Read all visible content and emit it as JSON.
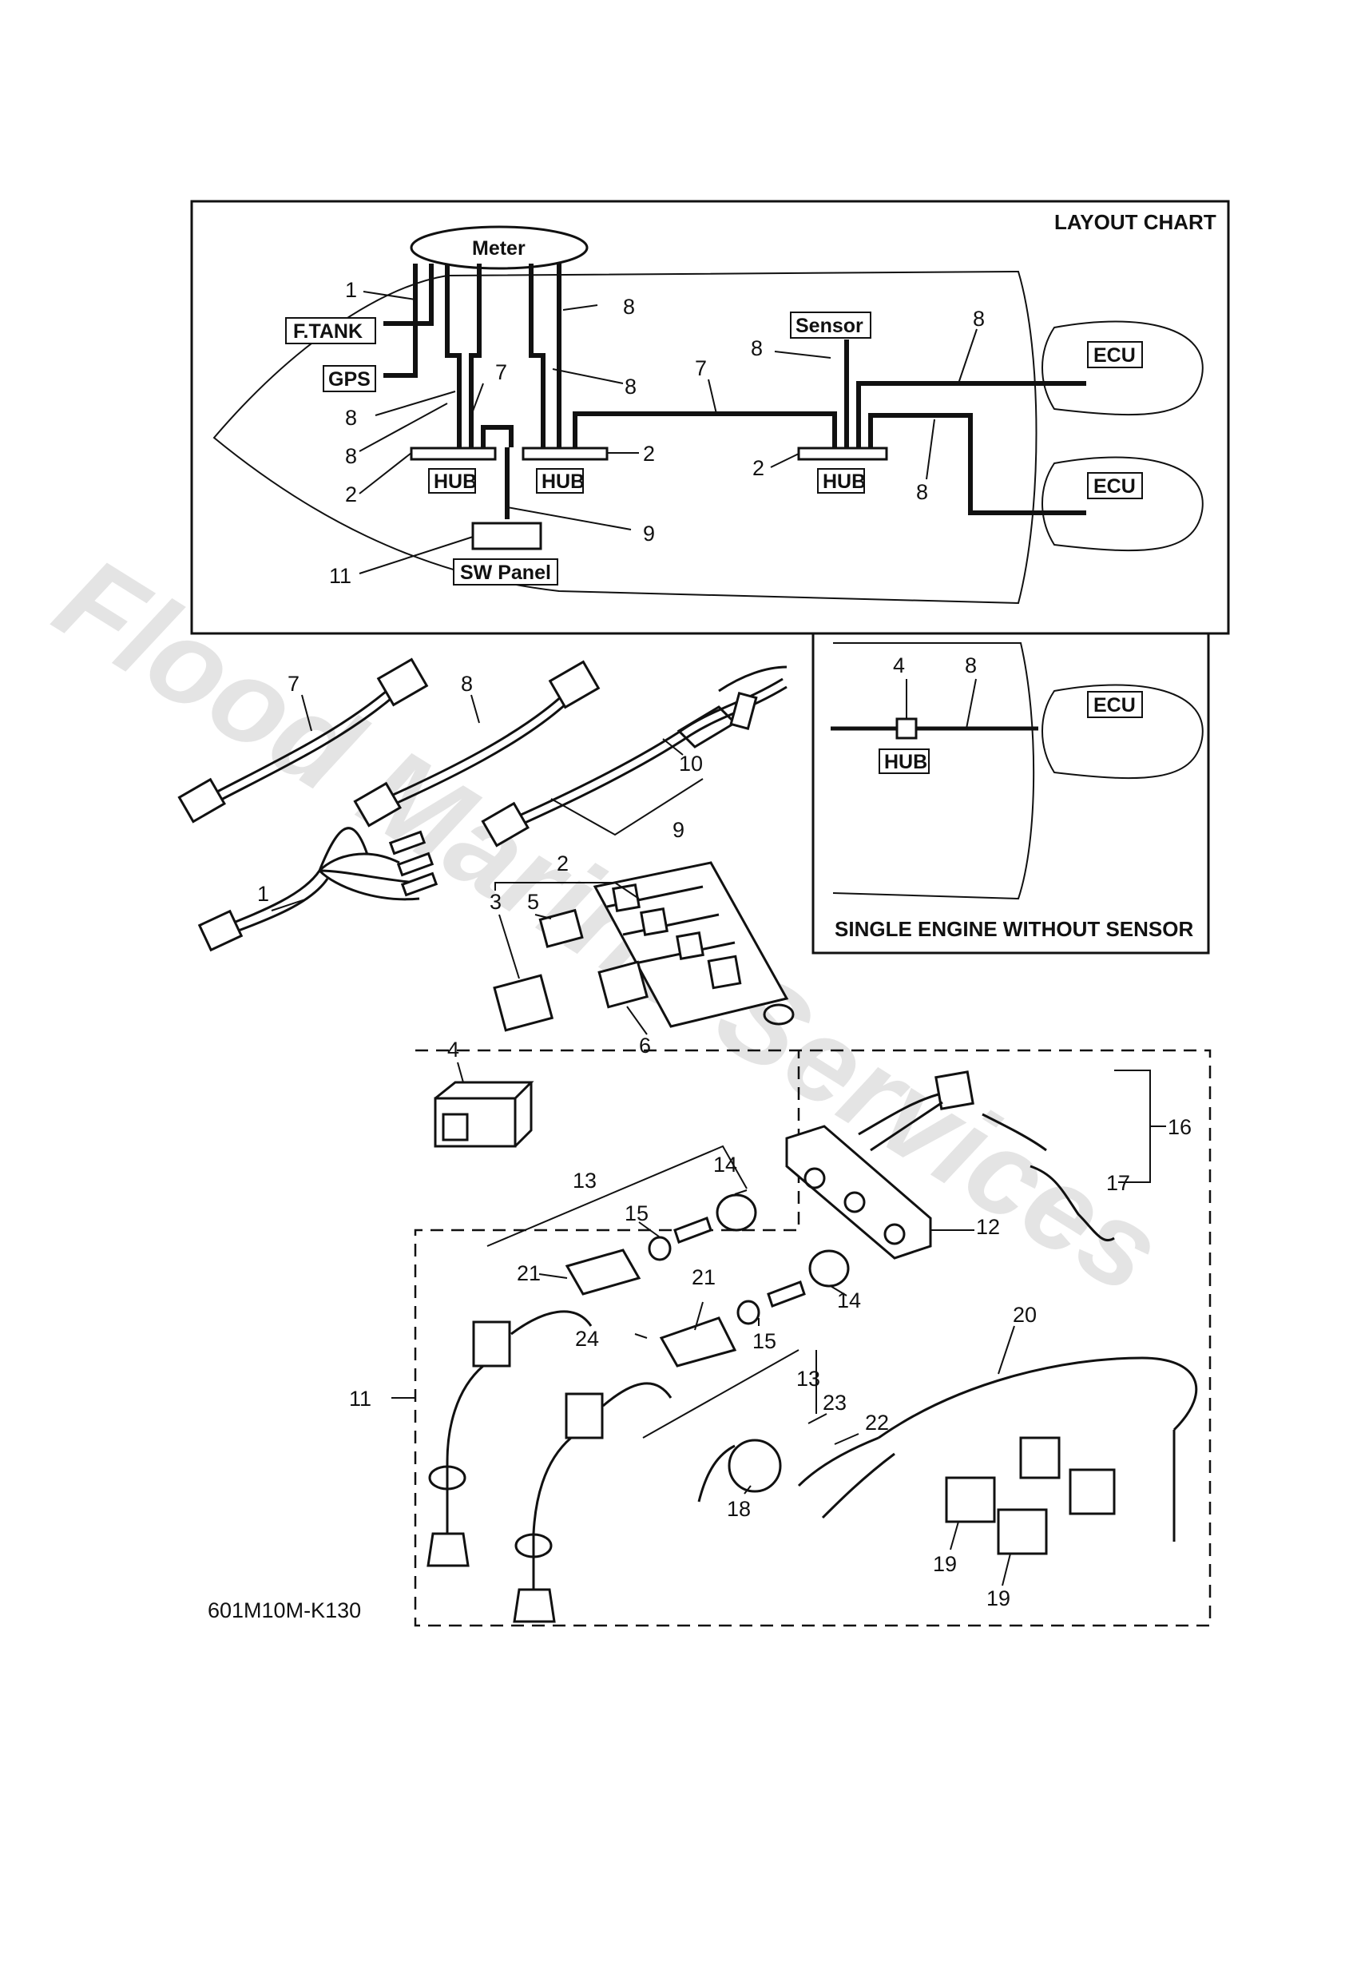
{
  "watermark": "Flood Marine Services",
  "diagram_code": "601M10M-K130",
  "layout_chart": {
    "title": "LAYOUT CHART",
    "meter": "Meter",
    "ftank": "F.TANK",
    "gps": "GPS",
    "sensor": "Sensor",
    "hub": "HUB",
    "ecu": "ECU",
    "sw_panel": "SW Panel",
    "callouts": {
      "c1": "1",
      "c8a": "8",
      "c8b": "8",
      "c8c": "8",
      "c8d": "8",
      "c8e": "8",
      "c8f": "8",
      "c8g": "8",
      "c7a": "7",
      "c7b": "7",
      "c2a": "2",
      "c2b": "2",
      "c2c": "2",
      "c9": "9",
      "c11": "11"
    }
  },
  "single_engine": {
    "title": "SINGLE ENGINE WITHOUT SENSOR",
    "hub": "HUB",
    "ecu": "ECU",
    "c4": "4",
    "c8": "8"
  },
  "parts_callouts": {
    "p7": "7",
    "p8": "8",
    "p10": "10",
    "p9": "9",
    "p1": "1",
    "p2": "2",
    "p3": "3",
    "p5": "5",
    "p6": "6",
    "p4": "4",
    "p16": "16",
    "p17": "17",
    "p12": "12",
    "p13a": "13",
    "p14a": "14",
    "p15a": "15",
    "p21a": "21",
    "p21b": "21",
    "p14b": "14",
    "p24": "24",
    "p15b": "15",
    "p13b": "13",
    "p20": "20",
    "p11": "11",
    "p23": "23",
    "p22": "22",
    "p18": "18",
    "p19a": "19",
    "p19b": "19"
  }
}
